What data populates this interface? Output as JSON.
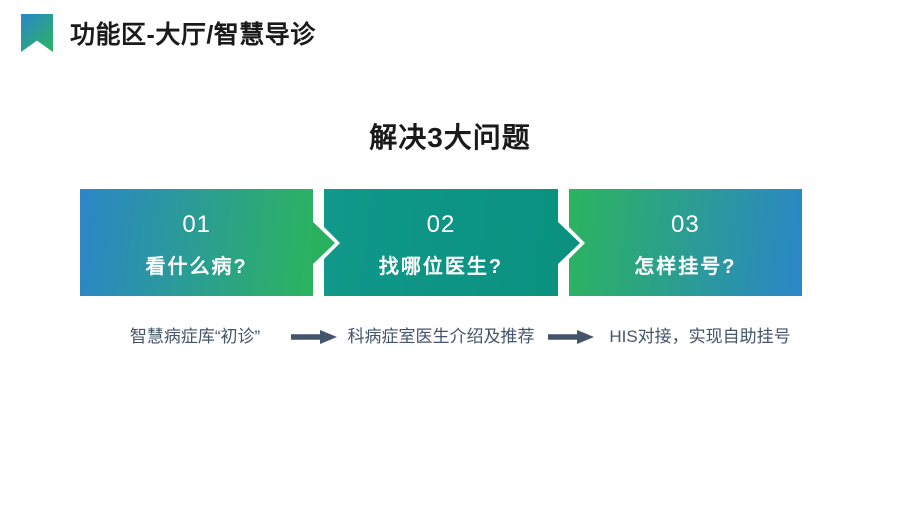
{
  "slide": {
    "title": "功能区-大厅/智慧导诊",
    "heading": "解决3大问题"
  },
  "steps": [
    {
      "number": "01",
      "question": "看什么病?"
    },
    {
      "number": "02",
      "question": "找哪位医生?"
    },
    {
      "number": "03",
      "question": "怎样挂号?"
    }
  ],
  "captions": [
    {
      "text": "智慧病症库“初诊”"
    },
    {
      "text": "科病症室医生介绍及推荐"
    },
    {
      "text": "HIS对接，实现自助挂号"
    }
  ],
  "icons": {
    "header_icon": "bookmark-icon",
    "step_tip_icon": "chevron-right-icon",
    "flow_icon": "arrow-right-icon"
  },
  "colors": {
    "background": "#FFFFFF",
    "title_text": "#1A1A1A",
    "gradient_blue": "#2B86C8",
    "gradient_green": "#2BB45E",
    "teal_light": "#10988A",
    "teal_dark": "#0A9180",
    "step_text": "#FFFFFF",
    "caption_text": "#44546A"
  }
}
